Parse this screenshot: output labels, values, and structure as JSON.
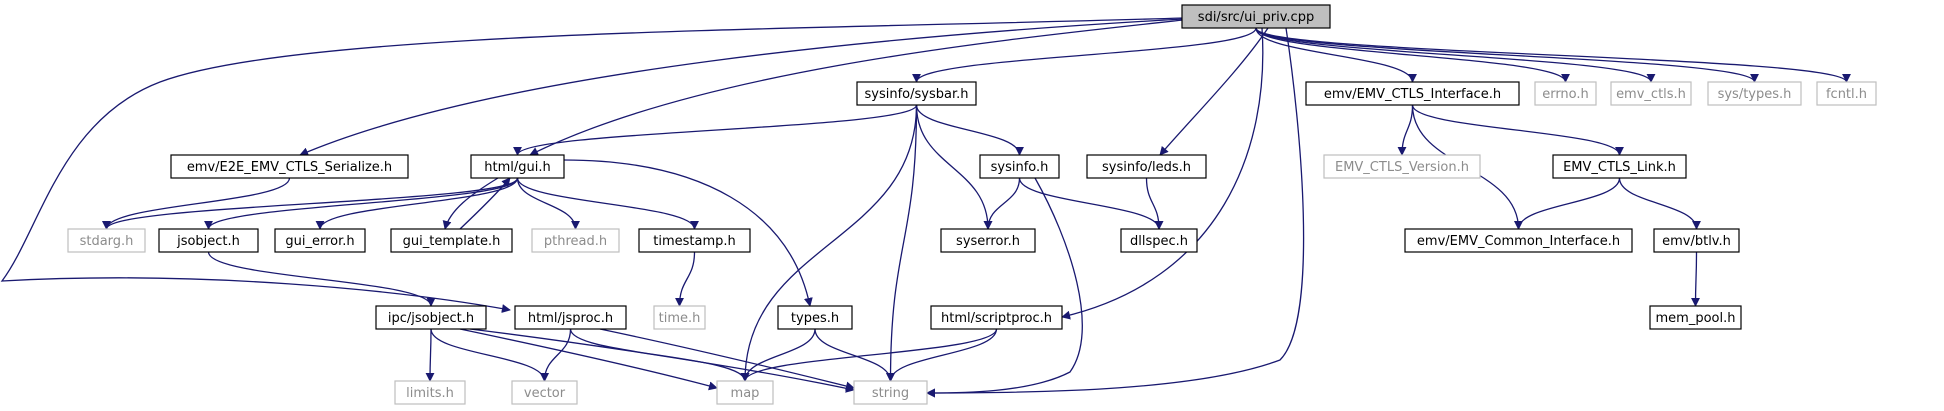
{
  "colors": {
    "edge": "#191970",
    "node_border_strong": "#000000",
    "node_border_external": "#bfbfbf",
    "node_fill": "#ffffff",
    "root_fill": "#bfbfbf",
    "text_strong": "#000000",
    "text_external": "#8c8c8c"
  },
  "nodes": [
    {
      "id": "n_root",
      "label": "sdi/src/ui_priv.cpp",
      "kind": "root"
    },
    {
      "id": "n_sysbar",
      "label": "sysinfo/sysbar.h",
      "kind": "local"
    },
    {
      "id": "n_emvif",
      "label": "emv/EMV_CTLS_Interface.h",
      "kind": "local"
    },
    {
      "id": "n_errno",
      "label": "errno.h",
      "kind": "external"
    },
    {
      "id": "n_emvctls",
      "label": "emv_ctls.h",
      "kind": "external"
    },
    {
      "id": "n_systypes",
      "label": "sys/types.h",
      "kind": "external"
    },
    {
      "id": "n_fcntl",
      "label": "fcntl.h",
      "kind": "external"
    },
    {
      "id": "n_e2e",
      "label": "emv/E2E_EMV_CTLS_Serialize.h",
      "kind": "local"
    },
    {
      "id": "n_gui",
      "label": "html/gui.h",
      "kind": "local"
    },
    {
      "id": "n_sysinfo",
      "label": "sysinfo.h",
      "kind": "local"
    },
    {
      "id": "n_leds",
      "label": "sysinfo/leds.h",
      "kind": "local"
    },
    {
      "id": "n_version",
      "label": "EMV_CTLS_Version.h",
      "kind": "external"
    },
    {
      "id": "n_link",
      "label": "EMV_CTLS_Link.h",
      "kind": "local"
    },
    {
      "id": "n_stdarg",
      "label": "stdarg.h",
      "kind": "external"
    },
    {
      "id": "n_jsobject",
      "label": "jsobject.h",
      "kind": "local"
    },
    {
      "id": "n_guierror",
      "label": "gui_error.h",
      "kind": "local"
    },
    {
      "id": "n_guitemplate",
      "label": "gui_template.h",
      "kind": "local"
    },
    {
      "id": "n_pthread",
      "label": "pthread.h",
      "kind": "external"
    },
    {
      "id": "n_timestamp",
      "label": "timestamp.h",
      "kind": "local"
    },
    {
      "id": "n_syserror",
      "label": "syserror.h",
      "kind": "local"
    },
    {
      "id": "n_dllspec",
      "label": "dllspec.h",
      "kind": "local"
    },
    {
      "id": "n_common",
      "label": "emv/EMV_Common_Interface.h",
      "kind": "local"
    },
    {
      "id": "n_btlv",
      "label": "emv/btlv.h",
      "kind": "local"
    },
    {
      "id": "n_time",
      "label": "time.h",
      "kind": "external"
    },
    {
      "id": "n_ipcjs",
      "label": "ipc/jsobject.h",
      "kind": "local"
    },
    {
      "id": "n_jsproc",
      "label": "html/jsproc.h",
      "kind": "local"
    },
    {
      "id": "n_types",
      "label": "types.h",
      "kind": "local"
    },
    {
      "id": "n_script",
      "label": "html/scriptproc.h",
      "kind": "local"
    },
    {
      "id": "n_mempool",
      "label": "mem_pool.h",
      "kind": "local"
    },
    {
      "id": "n_limits",
      "label": "limits.h",
      "kind": "external"
    },
    {
      "id": "n_vector",
      "label": "vector",
      "kind": "external"
    },
    {
      "id": "n_map",
      "label": "map",
      "kind": "external"
    },
    {
      "id": "n_string",
      "label": "string",
      "kind": "external"
    }
  ],
  "edges": [
    [
      "n_root",
      "n_sysbar"
    ],
    [
      "n_root",
      "n_emvif"
    ],
    [
      "n_root",
      "n_errno"
    ],
    [
      "n_root",
      "n_emvctls"
    ],
    [
      "n_root",
      "n_systypes"
    ],
    [
      "n_root",
      "n_fcntl"
    ],
    [
      "n_root",
      "n_e2e"
    ],
    [
      "n_root",
      "n_gui"
    ],
    [
      "n_root",
      "n_leds"
    ],
    [
      "n_root",
      "n_script"
    ],
    [
      "n_root",
      "n_string"
    ],
    [
      "n_root",
      "n_jsproc"
    ],
    [
      "n_sysbar",
      "n_gui"
    ],
    [
      "n_sysbar",
      "n_sysinfo"
    ],
    [
      "n_sysbar",
      "n_syserror"
    ],
    [
      "n_sysbar",
      "n_map"
    ],
    [
      "n_sysbar",
      "n_string"
    ],
    [
      "n_emvif",
      "n_version"
    ],
    [
      "n_emvif",
      "n_link"
    ],
    [
      "n_emvif",
      "n_common"
    ],
    [
      "n_e2e",
      "n_stdarg"
    ],
    [
      "n_gui",
      "n_stdarg"
    ],
    [
      "n_gui",
      "n_jsobject"
    ],
    [
      "n_gui",
      "n_guierror"
    ],
    [
      "n_gui",
      "n_guitemplate"
    ],
    [
      "n_gui",
      "n_pthread"
    ],
    [
      "n_gui",
      "n_timestamp"
    ],
    [
      "n_gui",
      "n_types"
    ],
    [
      "n_guitemplate",
      "n_gui"
    ],
    [
      "n_sysinfo",
      "n_syserror"
    ],
    [
      "n_sysinfo",
      "n_dllspec"
    ],
    [
      "n_sysinfo",
      "n_string"
    ],
    [
      "n_leds",
      "n_dllspec"
    ],
    [
      "n_link",
      "n_common"
    ],
    [
      "n_link",
      "n_btlv"
    ],
    [
      "n_jsobject",
      "n_ipcjs"
    ],
    [
      "n_timestamp",
      "n_time"
    ],
    [
      "n_btlv",
      "n_mempool"
    ],
    [
      "n_ipcjs",
      "n_limits"
    ],
    [
      "n_ipcjs",
      "n_vector"
    ],
    [
      "n_ipcjs",
      "n_map"
    ],
    [
      "n_ipcjs",
      "n_string"
    ],
    [
      "n_jsproc",
      "n_vector"
    ],
    [
      "n_jsproc",
      "n_map"
    ],
    [
      "n_jsproc",
      "n_string"
    ],
    [
      "n_types",
      "n_map"
    ],
    [
      "n_types",
      "n_string"
    ],
    [
      "n_script",
      "n_map"
    ],
    [
      "n_script",
      "n_string"
    ]
  ]
}
